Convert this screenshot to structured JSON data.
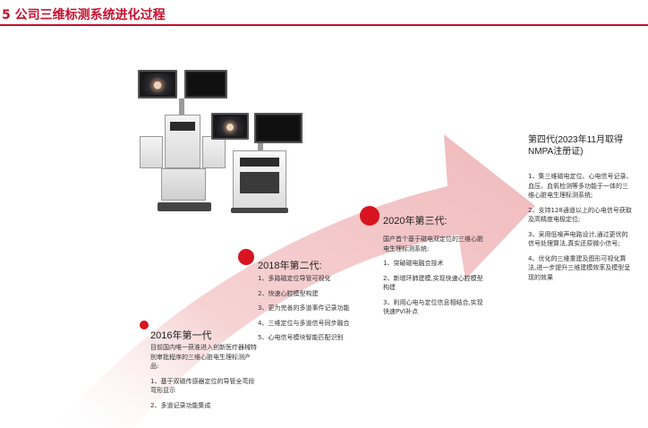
{
  "header": {
    "title": "5  公司三维标测系统进化过程"
  },
  "colors": {
    "accent": "#c8102e",
    "arrow_fill": "#f3c9cb",
    "dot": "#d7141f"
  },
  "generations": [
    {
      "title": "2016年第一代",
      "intro": "目前国内唯一获准进入创新医疗器械特别审批程序的三维心脏电生理标测产品:",
      "items": [
        "1、基于双磁传感器定位的导管全弯段弯形显示",
        "2、多道记录功能集成"
      ]
    },
    {
      "title": "2018年第二代:",
      "intro": "",
      "items": [
        "1、多路磁定位导管可视化",
        "2、快速心腔模型构建",
        "3、更为完善的多道事件记录功能",
        "4、三维定位与多道信号同步融合",
        "5、心电信号模块智能匹配识别"
      ]
    },
    {
      "title": "2020年第三代:",
      "intro": "国产首个基于磁电双定位的三维心脏电生理标测系统:",
      "items": [
        "1、突破磁电融合技术",
        "2、新增环肺建模,实现快速心腔模型构建",
        "3、利用心电与定位信息相结合,实现快速PVI补点"
      ]
    },
    {
      "title": "第四代(2023年11月取得NMPA注册证)",
      "intro": "",
      "items": [
        "1、集三维磁电定位、心电信号记录、血压、血氧检测等多功能于一体的三维心脏电生理标测系统;",
        "2、支持128通道以上的心电信号获取及高精度电极定位;",
        "3、采用低噪声电路设计,通过更优的信号处理算法,真实还原微小信号;",
        "4、优化的三维重建及图形可视化算法,进一步提升三维建模效率及模型呈现的效果"
      ]
    }
  ]
}
